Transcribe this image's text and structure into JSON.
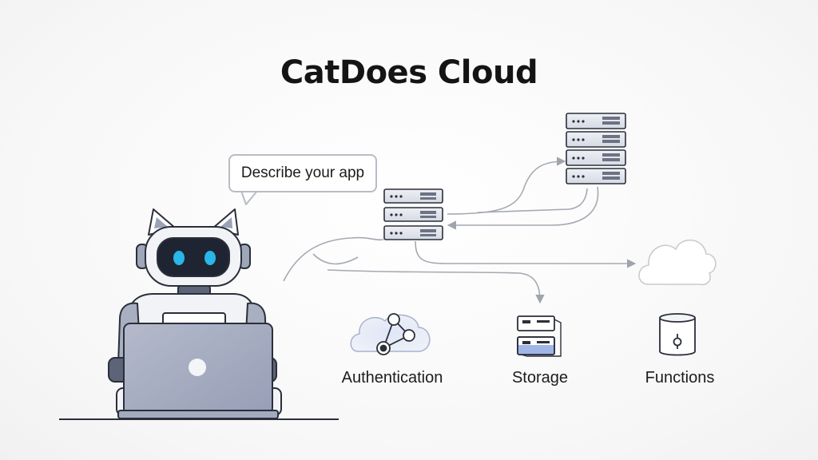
{
  "title": "CatDoes Cloud",
  "prompt_bubble": {
    "text": "Describe your app"
  },
  "services": [
    {
      "label": "Authentication",
      "icon": "authentication-icon"
    },
    {
      "label": "Storage",
      "icon": "storage-icon"
    },
    {
      "label": "Functions",
      "icon": "functions-icon"
    }
  ],
  "colors": {
    "line": "#9ea3ac",
    "outline": "#2b2f3a",
    "server_fill": "#dfe2ea",
    "robot_face": "#1f2433",
    "robot_eye": "#29b6e8",
    "laptop": "#a3aac0",
    "storage_accent": "#9fb6e6"
  }
}
